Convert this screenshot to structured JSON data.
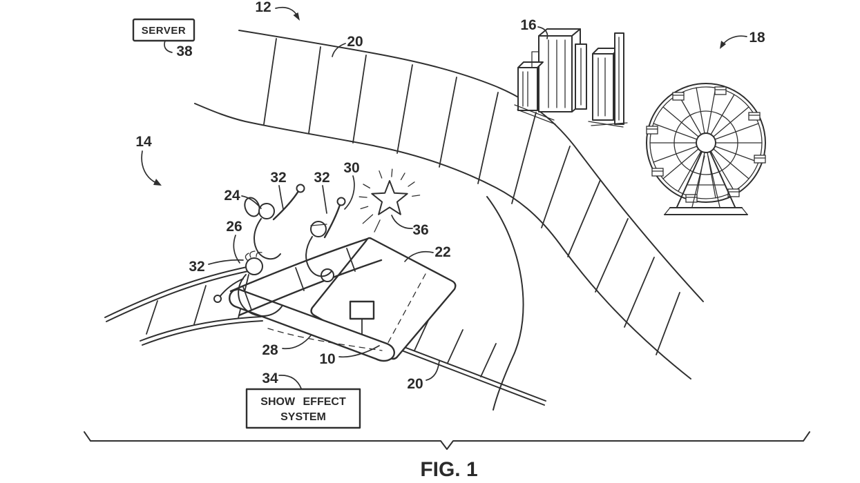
{
  "figure": {
    "caption": "FIG. 1",
    "background_color": "#ffffff",
    "line_color": "#2f2f2f"
  },
  "boxes": {
    "server": {
      "label": "SERVER"
    },
    "show_effect_system": {
      "label_line1": "SHOW EFFECT",
      "label_line2": "SYSTEM"
    }
  },
  "labels": {
    "ride_system": "12",
    "track_section": "14",
    "buildings": "16",
    "ferris_wheel": "18",
    "track_top": "20",
    "track_bottom": "20",
    "car_panel": "22",
    "headrest": "24",
    "rider_front": "26",
    "chassis": "28",
    "raised_hand": "30",
    "rider_arm_a": "32",
    "rider_arm_b": "32",
    "rider_side": "32",
    "show_effect_ref": "34",
    "star_effect": "36",
    "server_ref": "38",
    "ride_vehicle": "10"
  }
}
